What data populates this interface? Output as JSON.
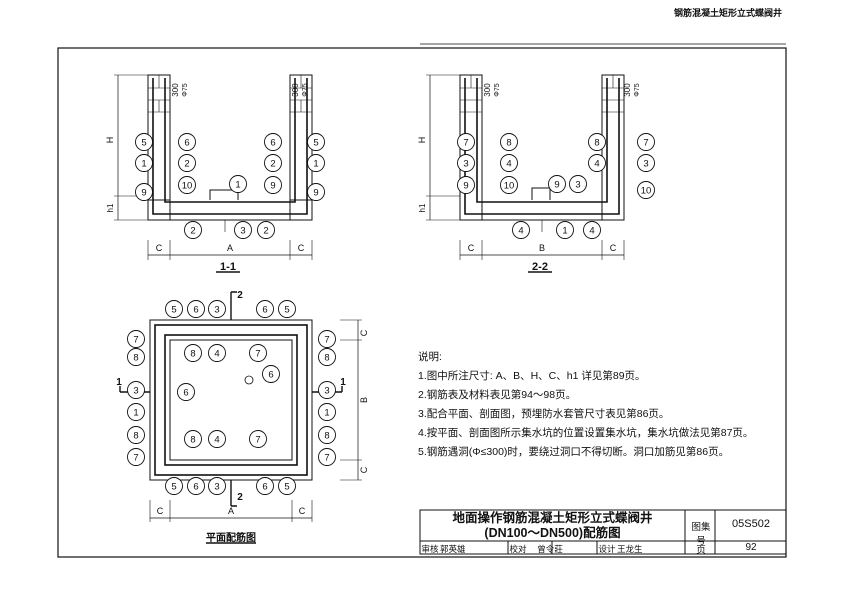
{
  "header": {
    "title": "钢筋混凝土矩形立式蝶阀井"
  },
  "section_1_1": {
    "label": "1-1",
    "dim_top": "300",
    "dim_dia": "Φ75",
    "dim_h": "H",
    "dim_h1": "h1",
    "dim_c": "C",
    "dim_width": "A",
    "callouts_left": [
      "5",
      "1",
      "9"
    ],
    "callouts_inner_left": [
      "6",
      "2",
      "10"
    ],
    "callouts_inner_right": [
      "6",
      "2",
      "9"
    ],
    "callouts_right": [
      "5",
      "1",
      "9"
    ],
    "callout_center": "1",
    "callouts_bottom": [
      "2",
      "3",
      "2"
    ]
  },
  "section_2_2": {
    "label": "2-2",
    "dim_top": "300",
    "dim_dia": "Φ75",
    "dim_h": "H",
    "dim_h1": "h1",
    "dim_c": "C",
    "dim_width": "B",
    "callouts_left": [
      "7",
      "3",
      "9"
    ],
    "callouts_inner_left": [
      "8",
      "4",
      "10"
    ],
    "callouts_inner_right": [
      "8",
      "4"
    ],
    "callouts_right": [
      "7",
      "3",
      "10"
    ],
    "callouts_center": [
      "9",
      "3"
    ],
    "callouts_bottom": [
      "4",
      "1",
      "4"
    ]
  },
  "plan": {
    "label": "平面配筋图",
    "cut_1": "1",
    "cut_2": "2",
    "dim_c": "C",
    "dim_a": "A",
    "dim_b": "B",
    "top_row": [
      "5",
      "6",
      "3",
      "6",
      "5"
    ],
    "bottom_row": [
      "5",
      "6",
      "3",
      "6",
      "5"
    ],
    "left_col": [
      "7",
      "8",
      "3",
      "1",
      "8",
      "7"
    ],
    "right_col": [
      "7",
      "8",
      "3",
      "1",
      "8",
      "7"
    ],
    "inner_top": [
      "8",
      "4",
      "7"
    ],
    "inner_bottom": [
      "8",
      "4",
      "7"
    ],
    "inner_mid": [
      "6",
      "6"
    ]
  },
  "notes": {
    "heading": "说明:",
    "items": [
      "1.图中所注尺寸: A、B、H、C、h1 详见第89页。",
      "2.钢筋表及材料表见第94～98页。",
      "3.配合平面、剖面图，预埋防水套管尺寸表见第86页。",
      "4.按平面、剖面图所示集水坑的位置设置集水坑，集水坑做法见第87页。",
      "5.钢筋遇洞(Φ≤300)时，要绕过洞口不得切断。洞口加筋见第86页。"
    ]
  },
  "title_block": {
    "title_line1": "地面操作钢筋混凝土矩形立式蝶阀井",
    "title_line2": "(DN100～DN500)配筋图",
    "atlas_label": "图集号",
    "atlas_no": "05S502",
    "review_label": "审核",
    "reviewer": "郭英雄",
    "check_label": "校对",
    "checker": "曾令莊",
    "design_label": "设计",
    "designer": "王龙生",
    "page_label": "页",
    "page_no": "92"
  }
}
